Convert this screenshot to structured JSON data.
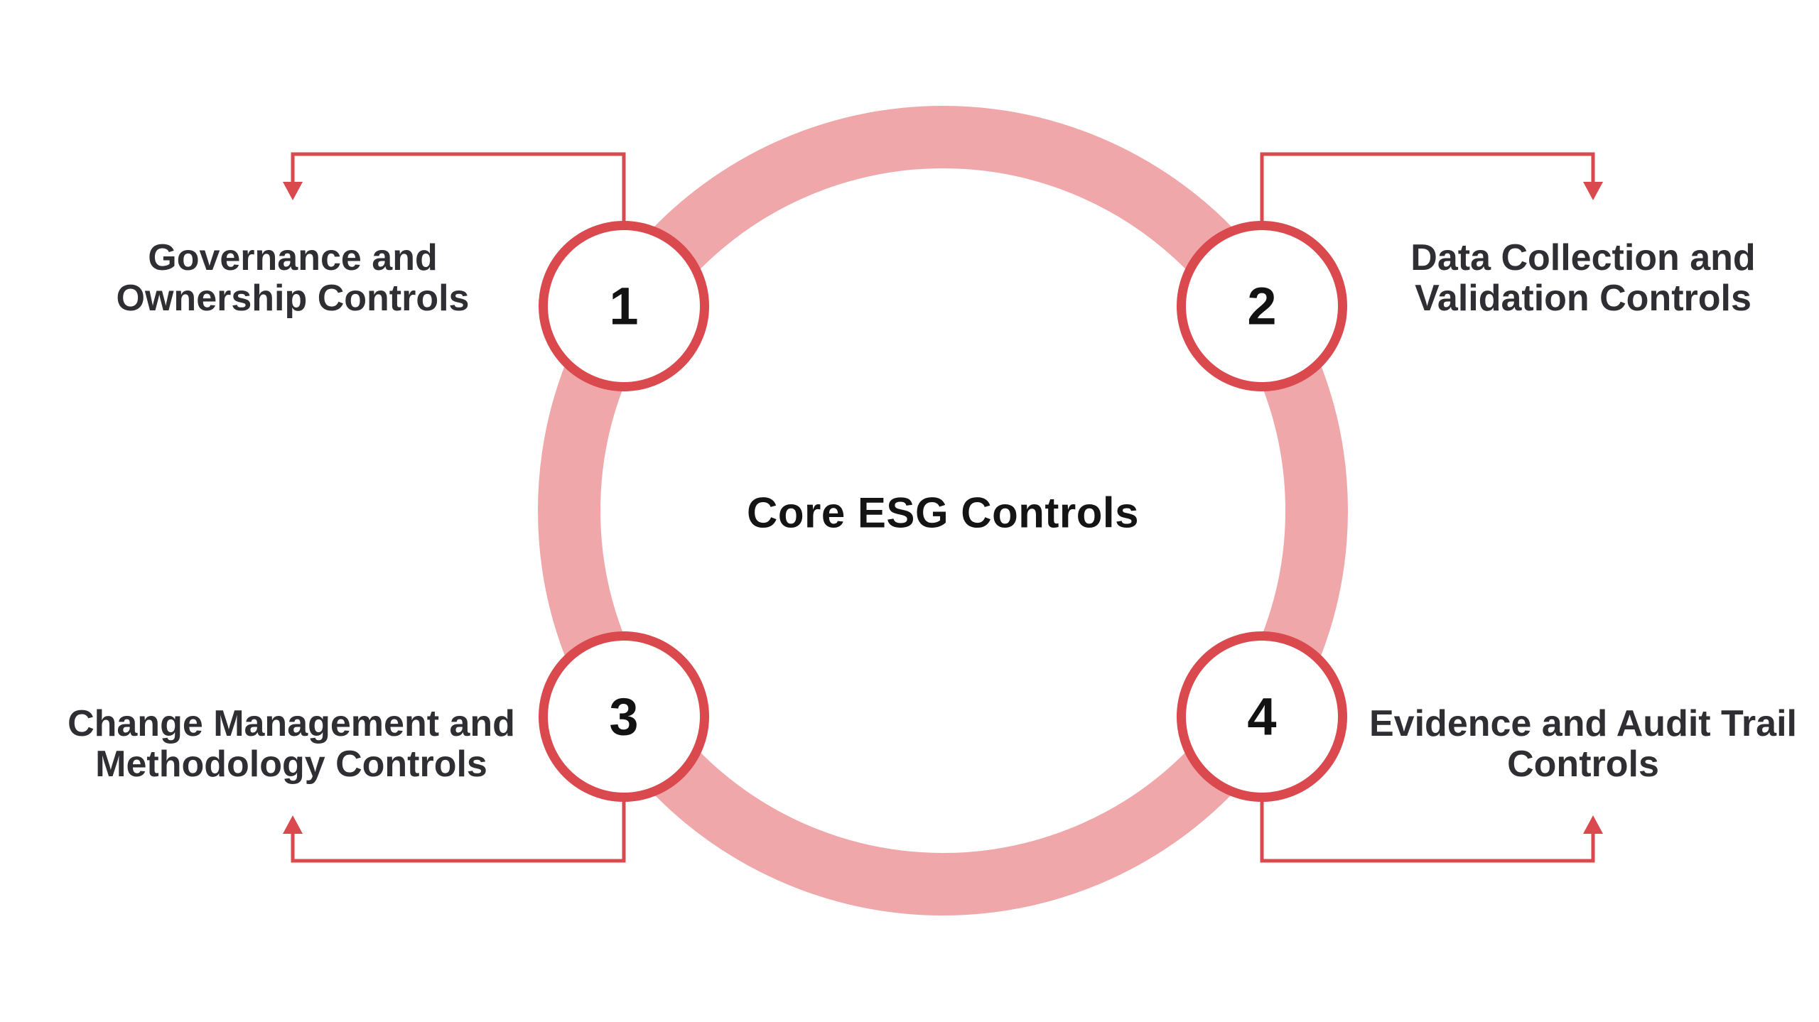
{
  "diagram": {
    "title": "Core ESG Controls",
    "steps": [
      {
        "number": "1",
        "lines": [
          "Governance and",
          "Ownership Controls"
        ]
      },
      {
        "number": "2",
        "lines": [
          "Data Collection and",
          "Validation Controls"
        ]
      },
      {
        "number": "3",
        "lines": [
          "Change Management and",
          "Methodology Controls"
        ]
      },
      {
        "number": "4",
        "lines": [
          "Evidence and Audit Trail",
          "Controls"
        ]
      }
    ],
    "colors": {
      "ring_pink": "#F0A7AA",
      "accent_red": "#D9494D",
      "title_text": "#141414",
      "label_text": "#2F2F33",
      "circle_fill": "#FFFFFF"
    }
  }
}
